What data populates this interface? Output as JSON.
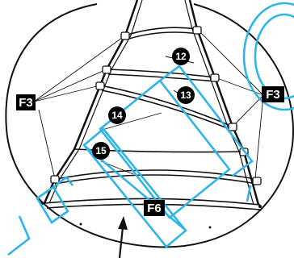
{
  "labels": {
    "f3_left": "F3",
    "f3_right": "F3",
    "f6": "F6",
    "part_12": "12",
    "part_13": "13",
    "part_14": "14",
    "part_15": "15"
  },
  "colors": {
    "line": "#111111",
    "label_bg": "#000000",
    "label_text": "#ffffff",
    "watermark": "#2fb4e6",
    "background": "#ffffff"
  },
  "icons": {
    "arrow": "up-arrow-icon"
  }
}
